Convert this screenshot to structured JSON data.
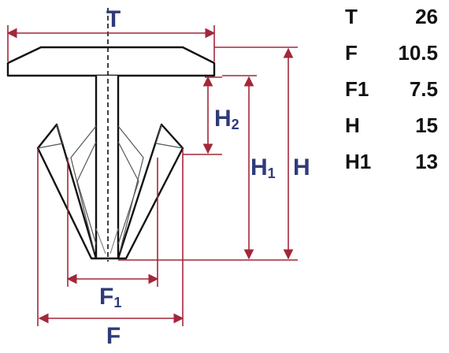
{
  "diagram": {
    "labels": {
      "T": "T",
      "F": "F",
      "F1_base": "F",
      "F1_sub": "1",
      "H": "H",
      "H1_base": "H",
      "H1_sub": "1",
      "H2_base": "H",
      "H2_sub": "2"
    },
    "colors": {
      "outline": "#111111",
      "dimension_line": "#a3273a",
      "label": "#2f3a7a",
      "fill": "#ffffff"
    }
  },
  "specs": [
    {
      "key": "T",
      "value": "26"
    },
    {
      "key": "F",
      "value": "10.5"
    },
    {
      "key": "F1",
      "value": "7.5"
    },
    {
      "key": "H",
      "value": "15"
    },
    {
      "key": "H1",
      "value": "13"
    }
  ]
}
